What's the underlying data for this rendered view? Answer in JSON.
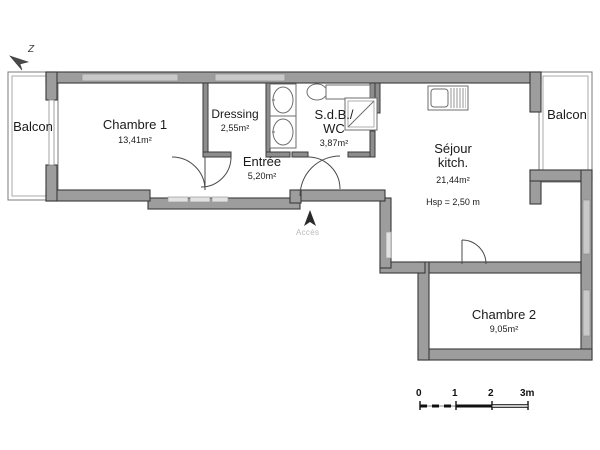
{
  "document": {
    "type": "architectural-floor-plan",
    "title": "Plan d'appartement"
  },
  "north_indicator": {
    "label": "Z",
    "icon": "north-arrow-icon"
  },
  "rooms": [
    {
      "id": "balcon-left",
      "name": "Balcon",
      "area": ""
    },
    {
      "id": "chambre-1",
      "name": "Chambre 1",
      "area": "13,41m²"
    },
    {
      "id": "dressing",
      "name": "Dressing",
      "area": "2,55m²"
    },
    {
      "id": "entree",
      "name": "Entrée",
      "area": "5,20m²"
    },
    {
      "id": "sdb-wc",
      "name_line1": "S.d.B./",
      "name_line2": "WC",
      "area": "3,87m²"
    },
    {
      "id": "sejour",
      "name_line1": "Séjour",
      "name_line2": "kitch.",
      "area": "21,44m²",
      "hsp": "Hsp = 2,50 m"
    },
    {
      "id": "balcon-right",
      "name": "Balcon",
      "area": ""
    },
    {
      "id": "chambre-2",
      "name": "Chambre 2",
      "area": "9,05m²"
    }
  ],
  "access": {
    "label": "Accès",
    "icon": "up-arrow-icon"
  },
  "scale_bar": {
    "ticks": [
      "0",
      "1",
      "2",
      "3m"
    ],
    "unit": "m"
  },
  "fixtures": [
    {
      "id": "washer-1",
      "icon": "washing-machine-icon"
    },
    {
      "id": "washer-2",
      "icon": "washing-machine-icon"
    },
    {
      "id": "toilet",
      "icon": "toilet-icon"
    },
    {
      "id": "shower",
      "icon": "shower-icon"
    },
    {
      "id": "kitchen-sink",
      "icon": "sink-icon"
    }
  ],
  "colors": {
    "wall_fill": "#9d9d9d",
    "wall_stroke": "#3a3a3a",
    "thin_line": "#6e6e6e",
    "text": "#1a1a1a",
    "muted_text": "#b9b9b9",
    "background": "#ffffff"
  }
}
